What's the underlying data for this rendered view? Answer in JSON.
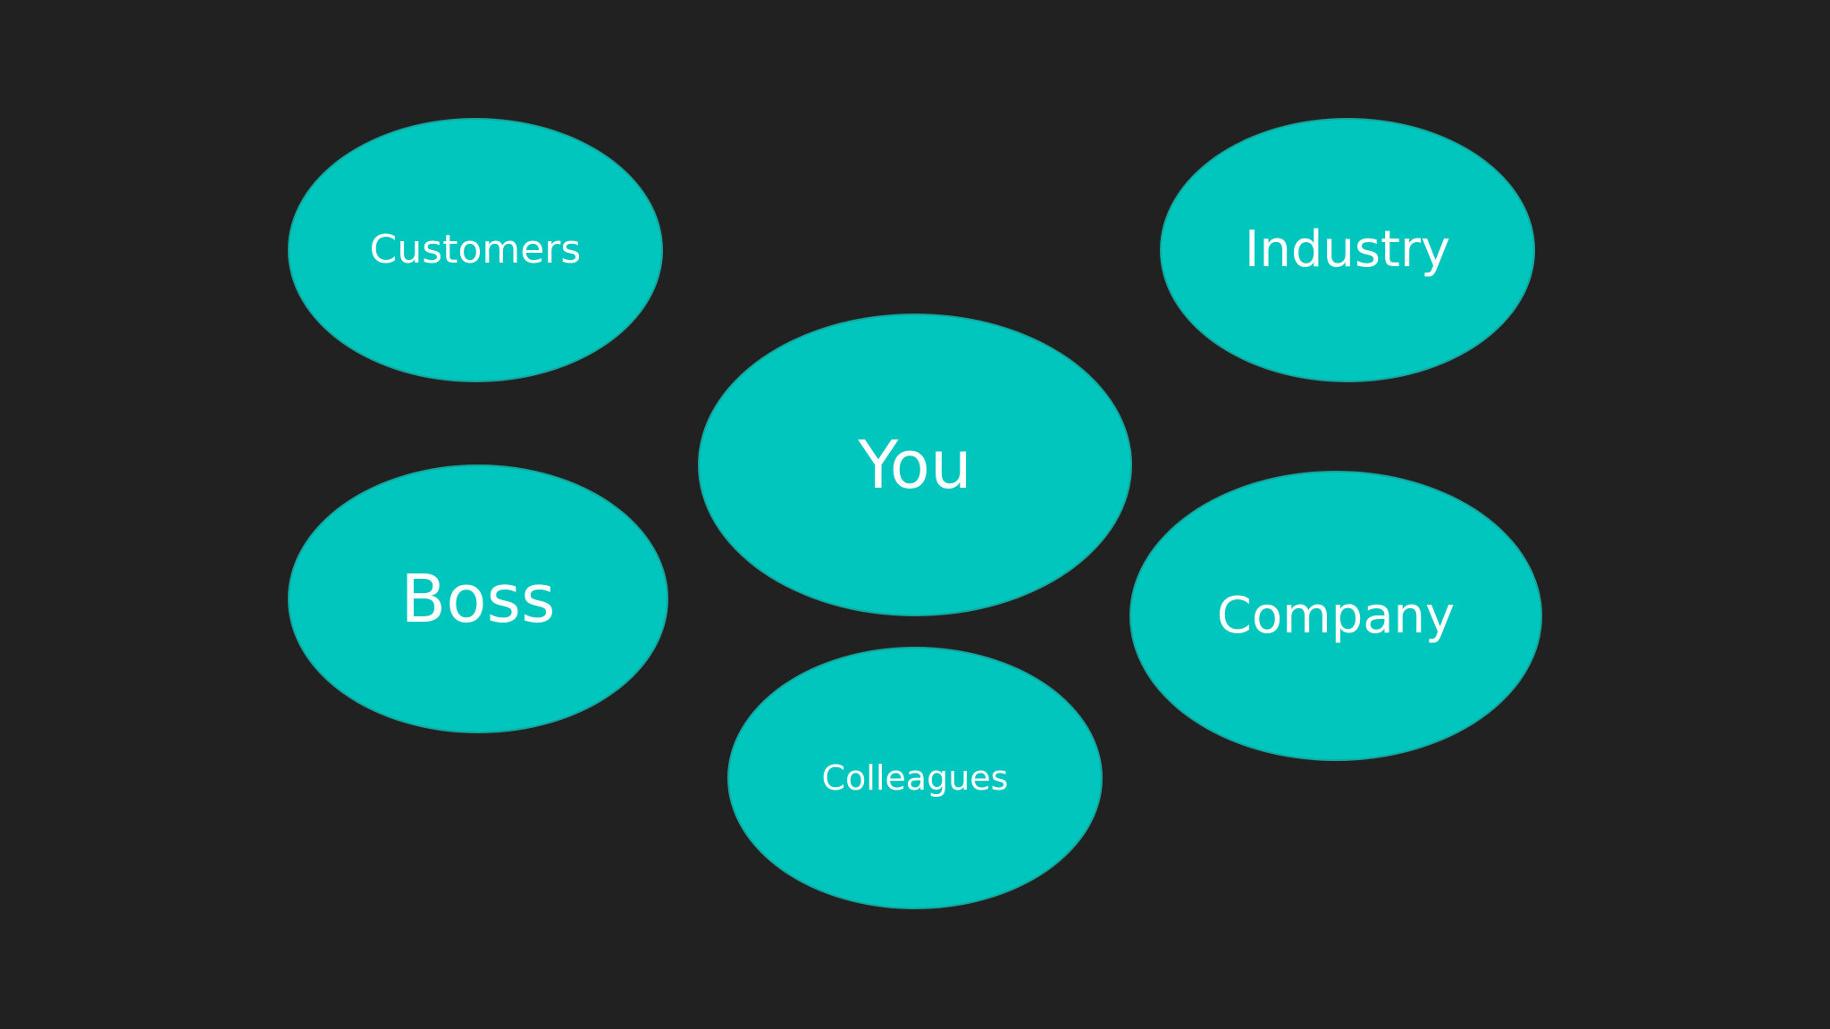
{
  "diagram": {
    "background_color": "#212121",
    "node_color": "#00c6bd",
    "node_border_color": "#12a79f",
    "text_color": "#ffffff",
    "nodes": [
      {
        "id": "customers",
        "label": "Customers"
      },
      {
        "id": "industry",
        "label": "Industry"
      },
      {
        "id": "you",
        "label": "You"
      },
      {
        "id": "boss",
        "label": "Boss"
      },
      {
        "id": "company",
        "label": "Company"
      },
      {
        "id": "colleagues",
        "label": "Colleagues"
      }
    ]
  }
}
